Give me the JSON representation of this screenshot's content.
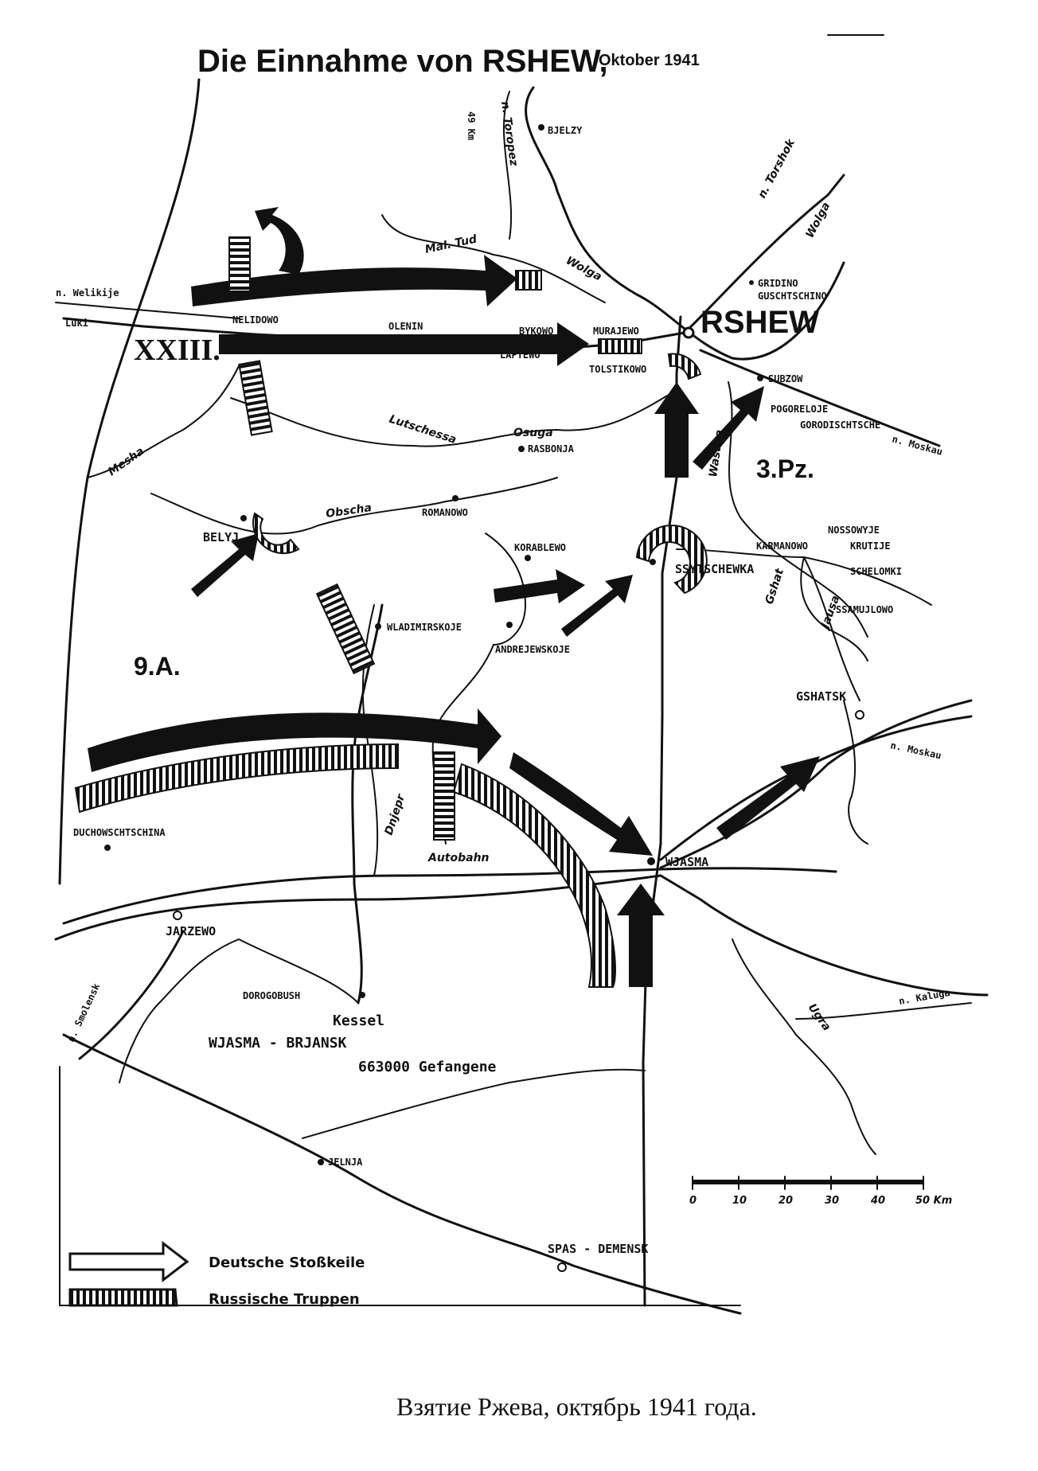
{
  "title": {
    "main": "Die Einnahme von RSHEW,",
    "date": "Oktober 1941"
  },
  "towns": {
    "bjelzy": "BJELZY",
    "nelidowo": "NELIDOWO",
    "olenin": "OLENIN",
    "bykowo": "BYKOWO",
    "murajewo": "MURAJEWO",
    "laptewo": "LAPTEWO",
    "tolstikowo": "TOLSTIKOWO",
    "rshew": "RSHEW",
    "gridino": "GRIDINO",
    "guschtschino": "GUSCHTSCHINO",
    "subzow": "SUBZOW",
    "pogoreloje": "POGORELOJE",
    "gorodischtsche": "GORODISCHTSCHE",
    "rasbonja": "RASBONJA",
    "romanowo": "ROMANOWO",
    "belyj": "BELYJ",
    "korablewo": "KORABLEWO",
    "ssytschewka": "SSYTSCHEWKA",
    "karmanowo": "KARMANOWO",
    "nossowyje": "NOSSOWYJE",
    "krutije": "KRUTIJE",
    "schelomki": "SCHELOMKI",
    "ssamujlowo": "SSAMUJLOWO",
    "wladimirskoje": "WLADIMIRSKOJE",
    "andrejewskoje": "ANDREJEWSKOJE",
    "gshatsk": "GSHATSK",
    "duchowschtschina": "DUCHOWSCHTSCHINA",
    "wjasma": "WJASMA",
    "jarzewo": "JARZEWO",
    "dorogobush": "DOROGOBUSH",
    "jelnja": "JELNJA",
    "spas_demensk": "SPAS - DEMENSK"
  },
  "rivers": {
    "mal_tud": "Mal. Tud",
    "wolga": "Wolga",
    "osuga": "Osuga",
    "lutschessa": "Lutschessa",
    "mesha": "Mesha",
    "obscha": "Obscha",
    "dnjepr": "Dnjepr",
    "wasusa": "Wasusa",
    "jausa": "Jausa",
    "gshat": "Gshat",
    "ugra": "Ugra",
    "wolga_north": "Wolga"
  },
  "routes": {
    "n_welikije": "n. Welikije",
    "luki": "Luki",
    "n_toropez": "n. Toropez",
    "n_torshok": "n. Torshok",
    "n_moskau_1": "n. Moskau",
    "n_moskau_2": "n. Moskau",
    "n_kaluga": "n. Kaluga",
    "n_smolensk": "n. Smolensk",
    "autobahn": "Autobahn",
    "distance_note": "49 Km"
  },
  "units": {
    "corps": "XXIII.",
    "army": "9.A.",
    "panzer": "3.Pz."
  },
  "kessel": {
    "line1": "Kessel",
    "line2": "WJASMA - BRJANSK",
    "line3": "663000 Gefangene"
  },
  "scale": {
    "ticks": [
      "0",
      "10",
      "20",
      "30",
      "40",
      "50 Km"
    ]
  },
  "legend": {
    "german": "Deutsche Stoßkeile",
    "russian": "Russische Truppen"
  },
  "caption": "Взятие Ржева, октябрь 1941 года."
}
